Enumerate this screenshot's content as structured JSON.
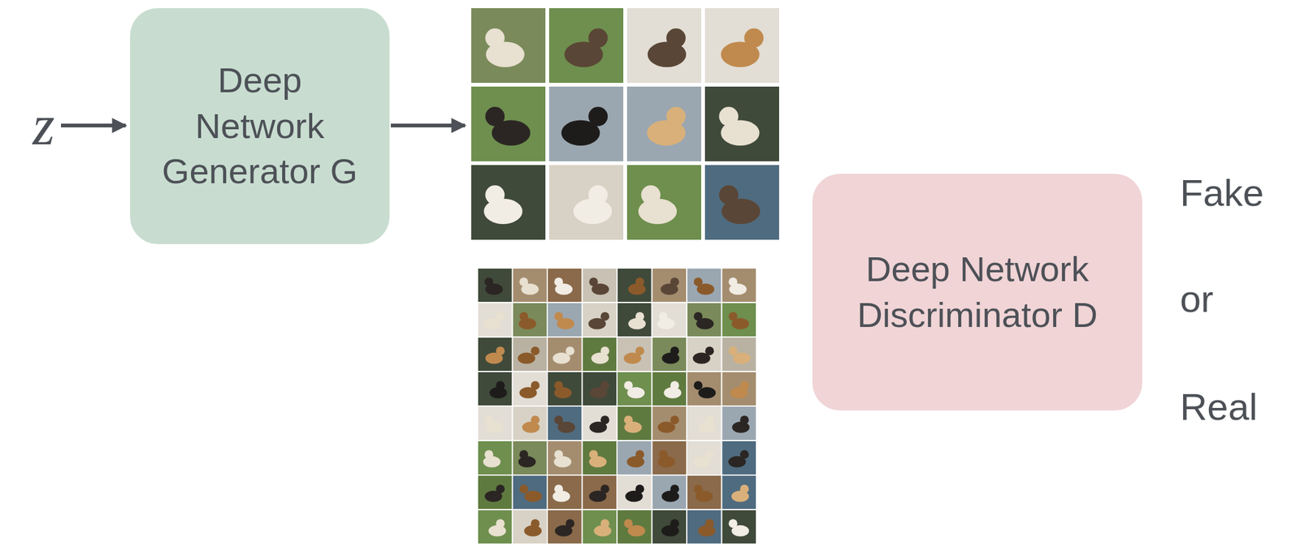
{
  "diagram": {
    "nodes": [
      {
        "text": [
          "Deep Network Generator G"
        ]
      },
      {
        "text": [
          "Deep Network Discriminator D"
        ]
      }
    ],
    "labels": [
      "z",
      "Fake",
      "or",
      "Real"
    ]
  }
}
